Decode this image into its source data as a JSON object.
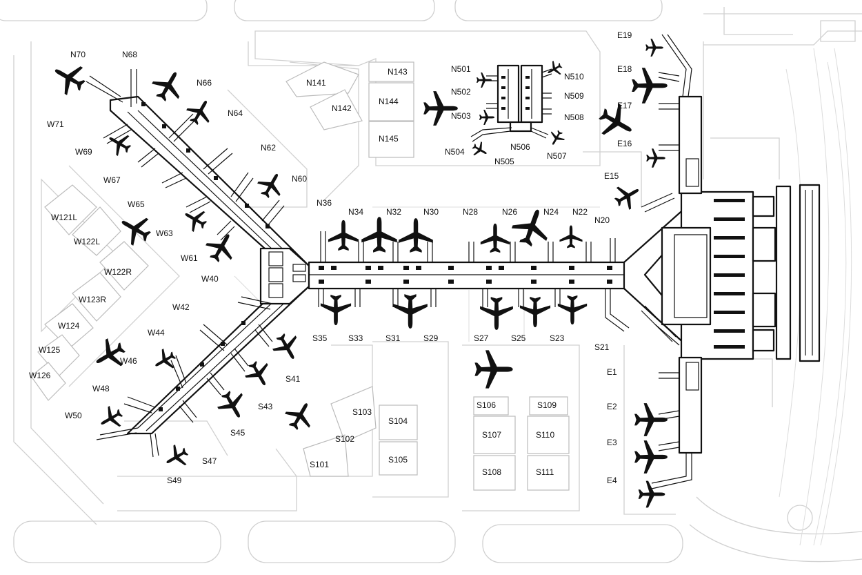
{
  "map": {
    "north_gates": [
      "N70",
      "N68",
      "N66",
      "N64",
      "N62",
      "N60",
      "N36",
      "N34",
      "N32",
      "N30",
      "N28",
      "N26",
      "N24",
      "N22",
      "N20"
    ],
    "n500_gates": [
      "N501",
      "N502",
      "N503",
      "N504",
      "N505",
      "N506",
      "N507",
      "N508",
      "N509",
      "N510"
    ],
    "west_gates": [
      "W71",
      "W69",
      "W67",
      "W65",
      "W63",
      "W61",
      "W40",
      "W42",
      "W44",
      "W46",
      "W48",
      "W50"
    ],
    "south_gates": [
      "S35",
      "S33",
      "S31",
      "S29",
      "S27",
      "S25",
      "S23",
      "S21",
      "S41",
      "S43",
      "S45",
      "S47",
      "S49"
    ],
    "east_gates": [
      "E19",
      "E18",
      "E17",
      "E16",
      "E15",
      "E1",
      "E2",
      "E3",
      "E4"
    ],
    "remote_stands_north": [
      "N141",
      "N142",
      "N143",
      "N144",
      "N145"
    ],
    "remote_stands_west": [
      "W121L",
      "W122L",
      "W122R",
      "W123R",
      "W124",
      "W125",
      "W126"
    ],
    "remote_stands_south": [
      "S101",
      "S102",
      "S103",
      "S104",
      "S105",
      "S106",
      "S107",
      "S108",
      "S109",
      "S110",
      "S111"
    ]
  }
}
